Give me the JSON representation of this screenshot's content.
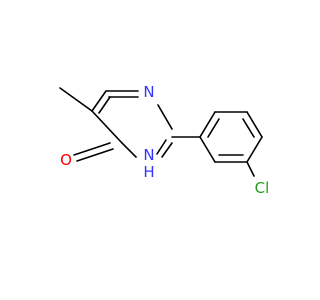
{
  "molecule": {
    "atoms": {
      "n_top": "N",
      "n_bottom": "N",
      "h_nh": "H",
      "o": "O",
      "cl": "Cl"
    },
    "colors": {
      "bond": "#000000",
      "nitrogen": "#3333ff",
      "oxygen": "#ff0000",
      "chlorine": "#1fa01f"
    }
  }
}
